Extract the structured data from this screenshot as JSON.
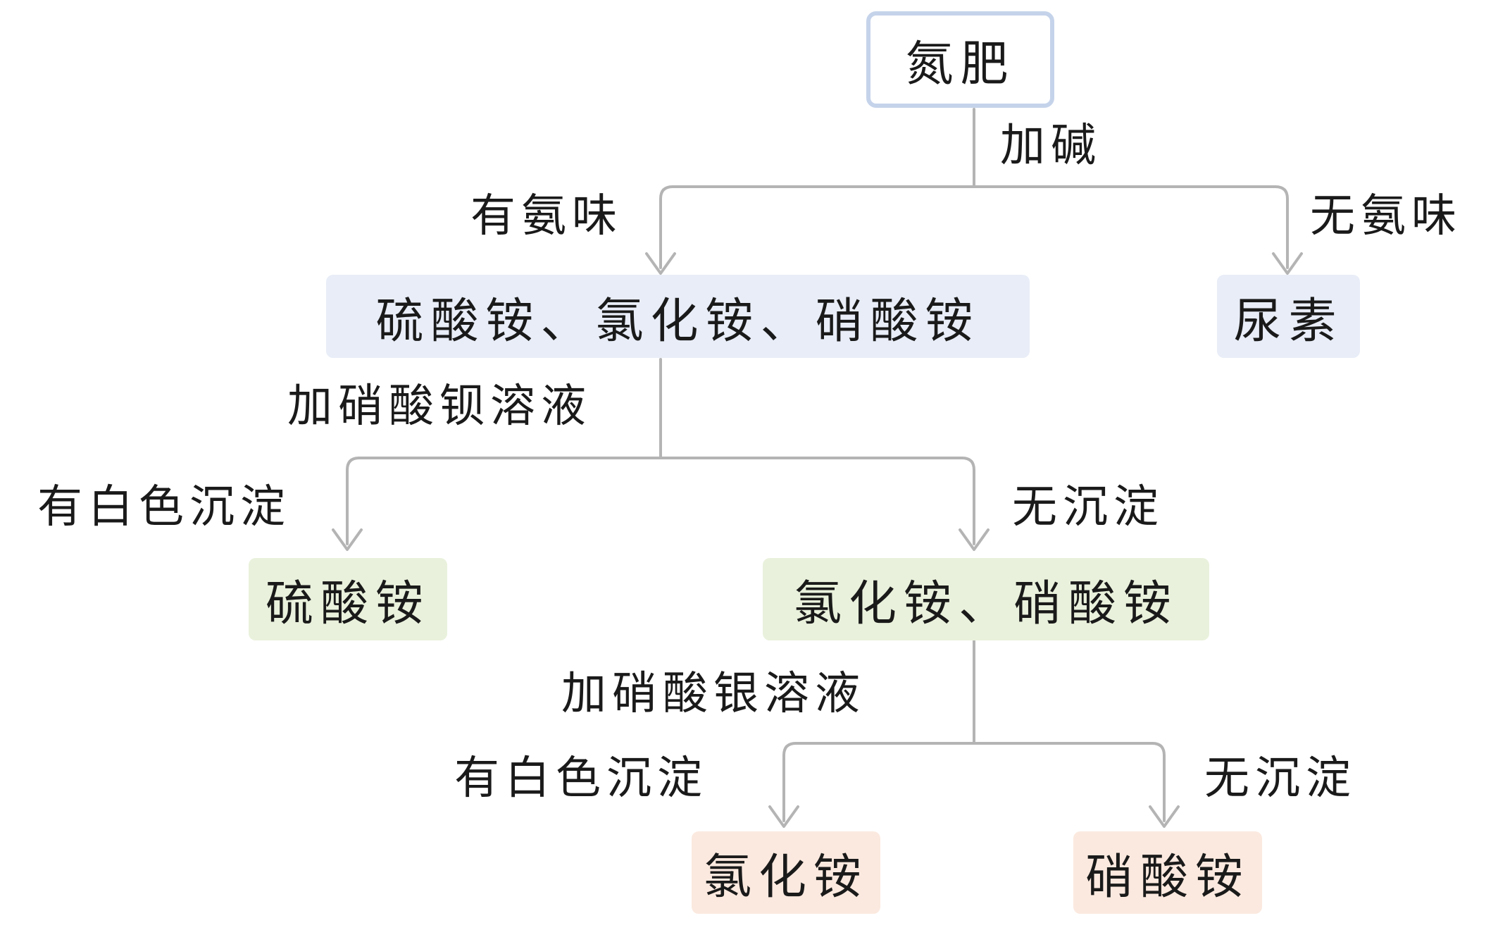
{
  "colors": {
    "root_border": "#c5d3ea",
    "level1_fill": "#e8edf7",
    "level2_fill": "#e9f1dc",
    "level3_fill": "#fbe9df",
    "connector": "#b4b4b4",
    "text": "#1a1a1a"
  },
  "nodes": {
    "root": "氮肥",
    "ammonium_group": "硫酸铵、氯化铵、硝酸铵",
    "urea": "尿素",
    "ammonium_sulfate": "硫酸铵",
    "chloride_nitrate_group": "氯化铵、硝酸铵",
    "ammonium_chloride": "氯化铵",
    "ammonium_nitrate": "硝酸铵"
  },
  "edges": {
    "add_base": "加碱",
    "ammonia_smell": "有氨味",
    "no_ammonia_smell": "无氨味",
    "add_barium_nitrate": "加硝酸钡溶液",
    "white_precipitate_1": "有白色沉淀",
    "no_precipitate_1": "无沉淀",
    "add_silver_nitrate": "加硝酸银溶液",
    "white_precipitate_2": "有白色沉淀",
    "no_precipitate_2": "无沉淀"
  }
}
